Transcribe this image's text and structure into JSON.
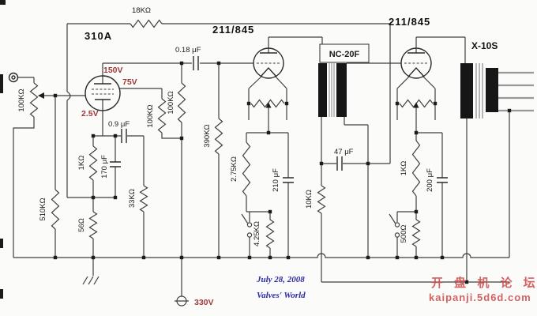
{
  "tubes": {
    "driver": "310A",
    "power1": "211/845",
    "power2": "211/845"
  },
  "transformers": {
    "interstage": "NC-20F",
    "output": "X-10S"
  },
  "resistors": {
    "feedback": "18KΩ",
    "input_pot": "100KΩ",
    "plate_load": "100KΩ",
    "screen_load": "100KΩ",
    "grid_leak": "510KΩ",
    "cathode1": "1KΩ",
    "screen_divider": "33KΩ",
    "cathode_fb": "56Ω",
    "grid2": "390KΩ",
    "bias1": "2.75KΩ",
    "bias1_switch": "4.25KΩ",
    "decouple": "10KΩ",
    "bias2": "1KΩ",
    "bias2_switch": "500Ω"
  },
  "capacitors": {
    "coupling": "0.18 μF",
    "screen_bypass": "0.9 μF",
    "cathode_bypass": "170 μF",
    "bias1_bypass": "210 μF",
    "interstage": "47 μF",
    "bias2_bypass": "200 μF"
  },
  "voltages": {
    "plate": "150V",
    "screen": "75V",
    "cathode": "2.5V",
    "supply": "330V"
  },
  "annotations": {
    "date": "July 28, 2008",
    "credit": "Valves' World"
  },
  "watermark": {
    "line1": "开 盘 机 论 坛",
    "line2": "kaipanji.5d6d.com"
  },
  "colors": {
    "wire": "#3f3f3f",
    "voltage_label": "#a03838",
    "annotation": "#2a2aa8",
    "watermark": "#cc4646",
    "background": "#fbfbf9"
  }
}
